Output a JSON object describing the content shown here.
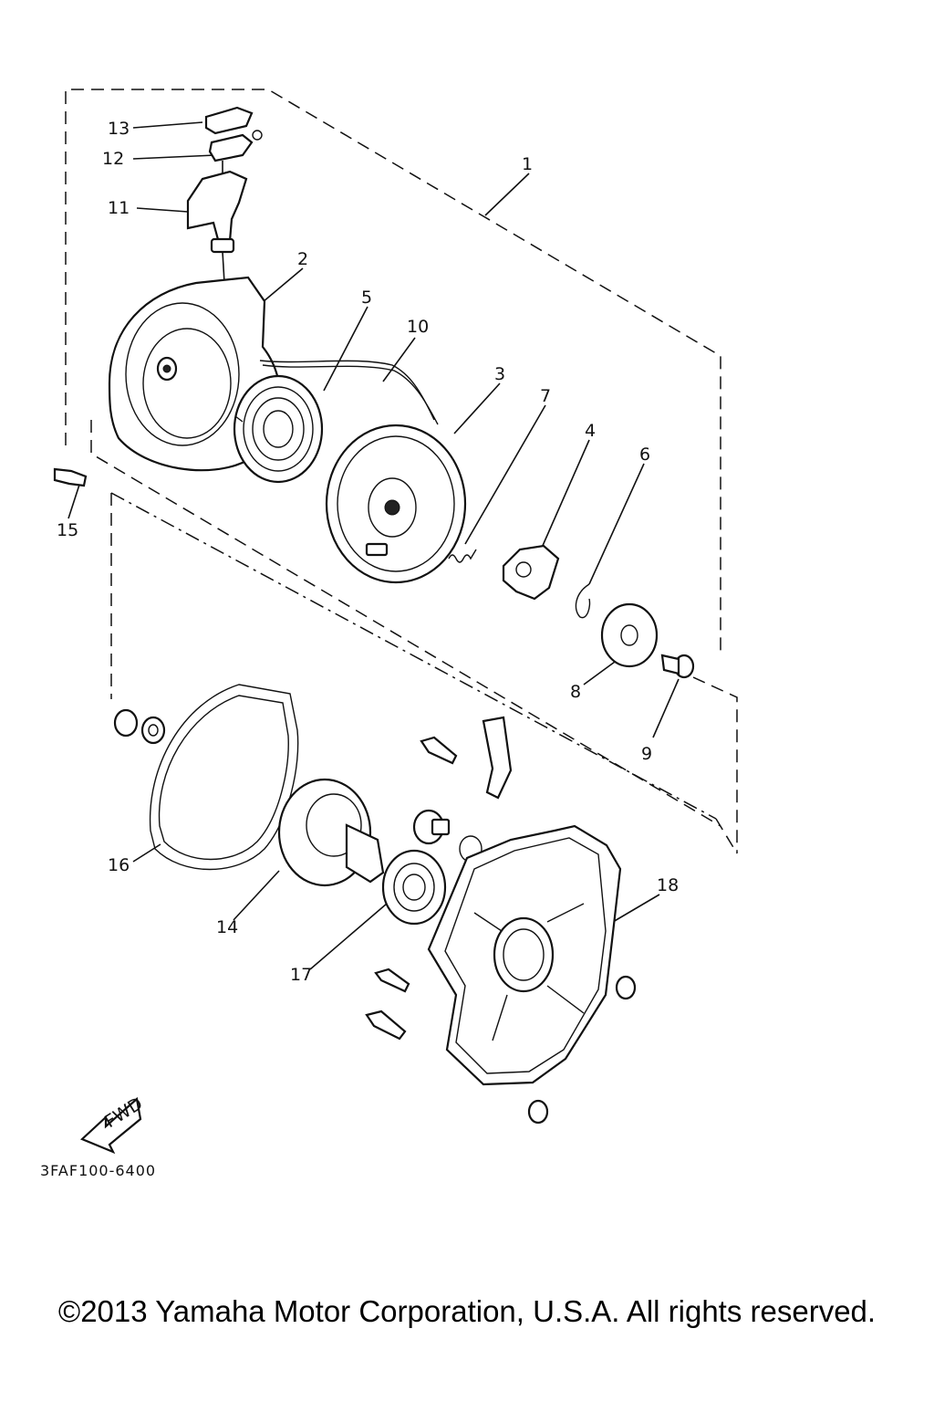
{
  "diagram": {
    "callouts": [
      "1",
      "2",
      "3",
      "4",
      "5",
      "6",
      "7",
      "8",
      "9",
      "10",
      "11",
      "12",
      "13",
      "14",
      "15",
      "16",
      "17",
      "18"
    ],
    "fwd_label": "FWD",
    "drawing_code": "3FAF100-6400"
  },
  "footer": {
    "copyright": "©2013 Yamaha Motor Corporation, U.S.A. All rights reserved."
  }
}
